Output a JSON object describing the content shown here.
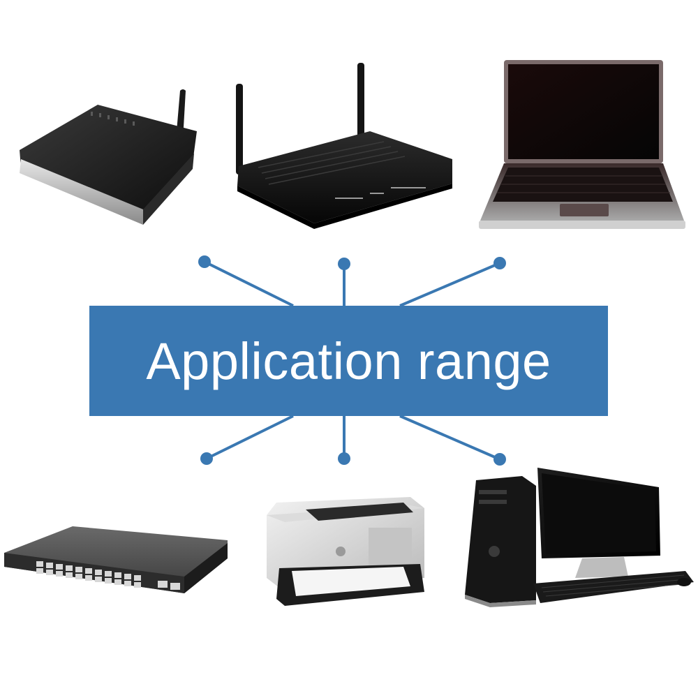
{
  "title": "Application range",
  "colors": {
    "accent": "#3a78b2",
    "connector": "#3a78b2",
    "title_text": "#ffffff",
    "background": "#ffffff"
  },
  "devices": [
    {
      "name": "adsl-router-icon",
      "position": "top-left"
    },
    {
      "name": "wireless-router-icon",
      "position": "top-center"
    },
    {
      "name": "laptop-icon",
      "position": "top-right"
    },
    {
      "name": "network-switch-icon",
      "position": "bottom-left"
    },
    {
      "name": "laser-printer-icon",
      "position": "bottom-center"
    },
    {
      "name": "desktop-computer-icon",
      "position": "bottom-right"
    }
  ]
}
